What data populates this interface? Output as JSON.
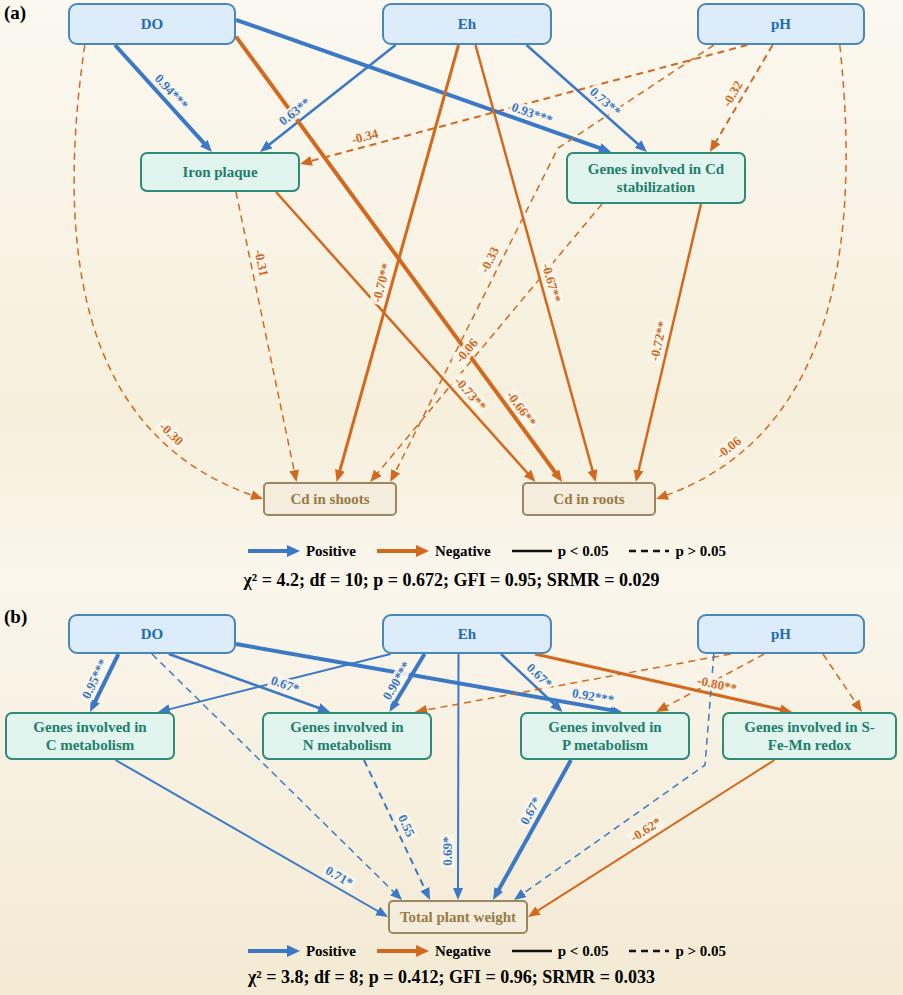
{
  "diagram": {
    "nodes": [
      {
        "text": [
          "DO"
        ]
      },
      {
        "text": [
          "Eh"
        ]
      },
      {
        "text": [
          "pH"
        ]
      },
      {
        "text": [
          "Iron plaque"
        ]
      },
      {
        "text": [
          "Genes involved in Cd stabilization"
        ]
      },
      {
        "text": [
          "Cd in shoots"
        ]
      },
      {
        "text": [
          "Cd in roots"
        ]
      },
      {
        "text": [
          "DO"
        ]
      },
      {
        "text": [
          "Eh"
        ]
      },
      {
        "text": [
          "pH"
        ]
      },
      {
        "text": [
          "Genes involved in C metabolism"
        ]
      },
      {
        "text": [
          "Genes involved in N metabolism"
        ]
      },
      {
        "text": [
          "Genes involved in P metabolism"
        ]
      },
      {
        "text": [
          "Genes involved in S-Fe-Mn redox"
        ]
      },
      {
        "text": [
          "Total plant weight"
        ]
      }
    ],
    "edges": [
      {
        "from": 0,
        "to": 3,
        "arrow": "to",
        "label": "0.94***"
      },
      {
        "from": 1,
        "to": 3,
        "arrow": "to",
        "label": "0.63**"
      },
      {
        "from": 2,
        "to": 3,
        "arrow": "to",
        "label": "-0.34"
      },
      {
        "from": 0,
        "to": 4,
        "arrow": "to",
        "label": "0.93***"
      },
      {
        "from": 1,
        "to": 4,
        "arrow": "to",
        "label": "0.73**"
      },
      {
        "from": 2,
        "to": 4,
        "arrow": "to",
        "label": "-0.32"
      },
      {
        "from": 0,
        "to": 5,
        "arrow": "to",
        "label": "-0.30"
      },
      {
        "from": 0,
        "to": 6,
        "arrow": "to",
        "label": "-0.66**"
      },
      {
        "from": 1,
        "to": 5,
        "arrow": "to",
        "label": "-0.70**"
      },
      {
        "from": 1,
        "to": 6,
        "arrow": "to",
        "label": "-0.67**"
      },
      {
        "from": 3,
        "to": 5,
        "arrow": "to",
        "label": "-0.31"
      },
      {
        "from": 3,
        "to": 6,
        "arrow": "to",
        "label": "-0.73**"
      },
      {
        "from": 4,
        "to": 5,
        "arrow": "to",
        "label": "-0.06"
      },
      {
        "from": 4,
        "to": 6,
        "arrow": "to",
        "label": "-0.72**"
      },
      {
        "from": 2,
        "to": 5,
        "arrow": "to",
        "label": "-0.33"
      },
      {
        "from": 2,
        "to": 6,
        "arrow": "to",
        "label": "-0.06"
      },
      {
        "from": 7,
        "to": 10,
        "arrow": "to",
        "label": "0.95***"
      },
      {
        "from": 7,
        "to": 11,
        "arrow": "to",
        "label": "0.67*"
      },
      {
        "from": 7,
        "to": 12,
        "arrow": "to",
        "label": "0.92***"
      },
      {
        "from": 7,
        "to": 14,
        "arrow": "to"
      },
      {
        "from": 8,
        "to": 10,
        "arrow": "to"
      },
      {
        "from": 8,
        "to": 11,
        "arrow": "to",
        "label": "0.90***"
      },
      {
        "from": 8,
        "to": 12,
        "arrow": "to",
        "label": "0.67*"
      },
      {
        "from": 8,
        "to": 13,
        "arrow": "to",
        "label": "-0.80**"
      },
      {
        "from": 8,
        "to": 14,
        "arrow": "to",
        "label": "0.69*"
      },
      {
        "from": 9,
        "to": 11,
        "arrow": "to"
      },
      {
        "from": 9,
        "to": 12,
        "arrow": "to"
      },
      {
        "from": 9,
        "to": 13,
        "arrow": "to"
      },
      {
        "from": 9,
        "to": 14,
        "arrow": "to"
      },
      {
        "from": 10,
        "to": 14,
        "arrow": "to",
        "label": "0.71*"
      },
      {
        "from": 11,
        "to": 14,
        "arrow": "to",
        "label": "0.55"
      },
      {
        "from": 12,
        "to": 14,
        "arrow": "to",
        "label": "0.67*"
      },
      {
        "from": 13,
        "to": 14,
        "arrow": "to",
        "label": "-0.62*"
      }
    ],
    "labels": [
      "(a)",
      "χ² = 4.2; df = 10; p = 0.672; GFI = 0.95; SRMR = 0.029",
      "(b)",
      "χ² = 3.8; df = 8; p = 0.412; GFI = 0.96; SRMR = 0.033"
    ],
    "legend": [
      {
        "text": "Positive"
      },
      {
        "text": "Negative"
      },
      {
        "text": "p < 0.05"
      },
      {
        "text": "p > 0.05"
      },
      {
        "text": "Positive"
      },
      {
        "text": "Negative"
      },
      {
        "text": "p < 0.05"
      },
      {
        "text": "p > 0.05"
      }
    ]
  }
}
